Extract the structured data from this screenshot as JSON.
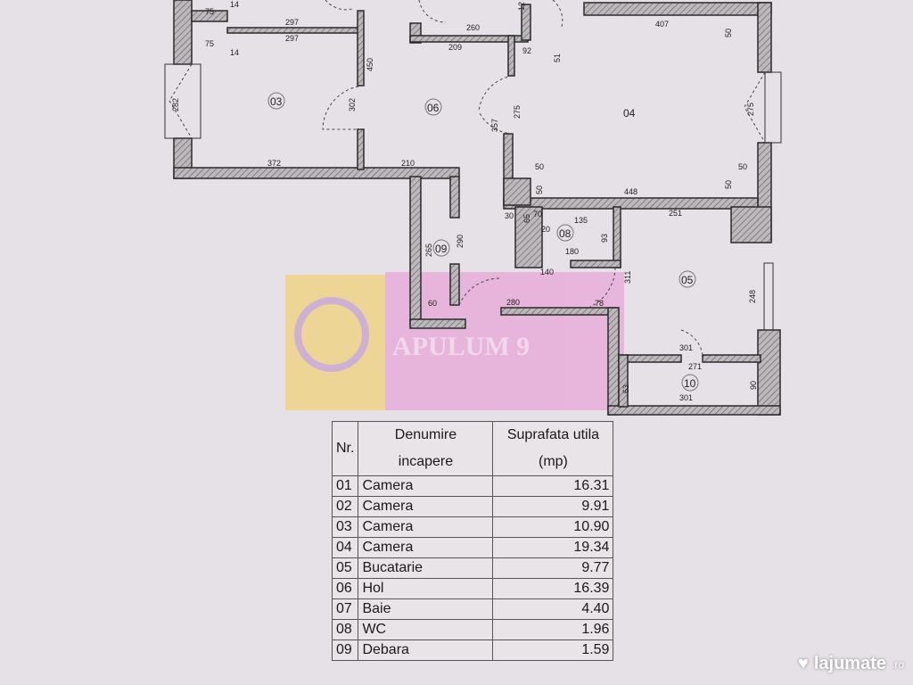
{
  "plan": {
    "rooms": {
      "r03": "03",
      "r06": "06",
      "r04": "04",
      "r08": "08",
      "r09": "09",
      "r05": "05",
      "r10": "10"
    },
    "dims": {
      "d75a": "75",
      "d75b": "75",
      "d14a": "14",
      "d14b": "14",
      "d297a": "297",
      "d297b": "297",
      "d450": "450",
      "d282": "282",
      "d302": "302",
      "d372": "372",
      "d210": "210",
      "d260": "260",
      "d209": "209",
      "d92": "92",
      "d51": "51",
      "d407": "407",
      "d50a": "50",
      "d275a": "275",
      "d357": "357",
      "d275b": "275",
      "d50b": "50",
      "d50c": "50",
      "d50d": "50",
      "d50e": "50",
      "d448": "448",
      "d30": "30",
      "d65": "65",
      "d70": "70",
      "d20": "20",
      "d135": "135",
      "d93": "93",
      "d180": "180",
      "d140": "140",
      "d251": "251",
      "d265": "265",
      "d290": "290",
      "d311": "311",
      "d248": "248",
      "d60": "60",
      "d280": "280",
      "d78": "78",
      "d301a": "301",
      "d271": "271",
      "d301b": "301",
      "d63": "63",
      "d90": "90",
      "d12": "12"
    },
    "watermark": "APULUM 9",
    "colors": {
      "wall_fill": "#b9b4b8",
      "wall_line": "#2a2a2a",
      "watermark_pink": "#e8a6d8",
      "watermark_yellow": "#f0d27a"
    }
  },
  "table": {
    "headers": {
      "nr": "Nr.",
      "name_line1": "Denumire",
      "name_line2": "incapere",
      "area_line1": "Suprafata utila",
      "area_line2": "(mp)"
    },
    "rows": [
      {
        "nr": "01",
        "name": "Camera",
        "area": "16.31"
      },
      {
        "nr": "02",
        "name": "Camera",
        "area": "9.91"
      },
      {
        "nr": "03",
        "name": "Camera",
        "area": "10.90"
      },
      {
        "nr": "04",
        "name": "Camera",
        "area": "19.34"
      },
      {
        "nr": "05",
        "name": "Bucatarie",
        "area": "9.77"
      },
      {
        "nr": "06",
        "name": "Hol",
        "area": "16.39"
      },
      {
        "nr": "07",
        "name": "Baie",
        "area": "4.40"
      },
      {
        "nr": "08",
        "name": "WC",
        "area": "1.96"
      },
      {
        "nr": "09",
        "name": "Debara",
        "area": "1.59"
      }
    ]
  },
  "brand": {
    "name": "lajumate",
    "tld": ".ro",
    "icon": "heart-check-icon"
  }
}
